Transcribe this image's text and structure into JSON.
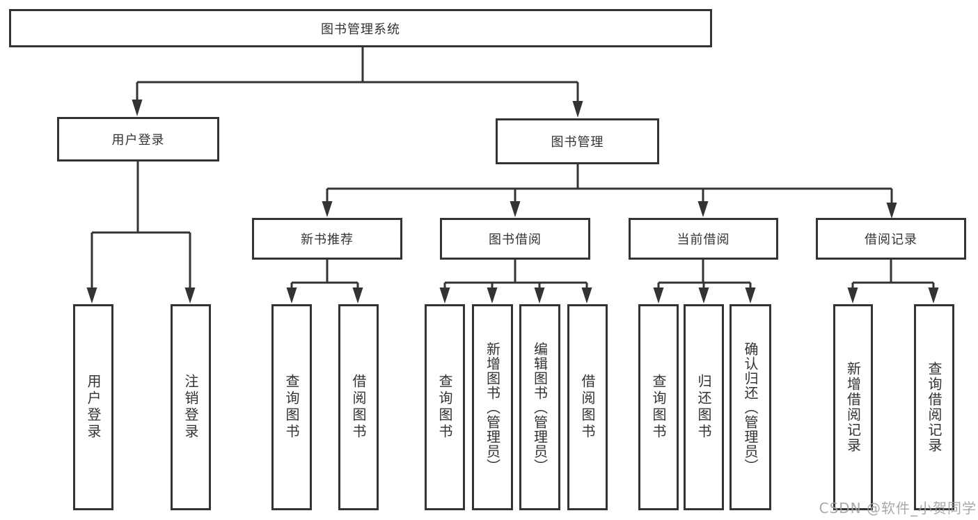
{
  "diagram": {
    "root": {
      "label": "图书管理系统"
    },
    "level2": [
      {
        "label": "用户登录"
      },
      {
        "label": "图书管理"
      }
    ],
    "level3": [
      {
        "label": "新书推荐"
      },
      {
        "label": "图书借阅"
      },
      {
        "label": "当前借阅"
      },
      {
        "label": "借阅记录"
      }
    ],
    "leaves": {
      "user_login": [
        {
          "label": "用户登录"
        },
        {
          "label": "注销登录"
        }
      ],
      "new_book_recommend": [
        {
          "label": "查询图书"
        },
        {
          "label": "借阅图书"
        }
      ],
      "book_borrow": [
        {
          "label": "查询图书"
        },
        {
          "label": "新增图书（管理员）"
        },
        {
          "label": "编辑图书（管理员）"
        },
        {
          "label": "借阅图书"
        }
      ],
      "current_borrow": [
        {
          "label": "查询图书"
        },
        {
          "label": "归还图书"
        },
        {
          "label": "确认归还（管理员）"
        }
      ],
      "borrow_record": [
        {
          "label": "新增借阅记录"
        },
        {
          "label": "查询借阅记录"
        }
      ]
    },
    "watermark": "CSDN @软件_小贺同学",
    "colors": {
      "line": "#333333",
      "text": "#333333",
      "node_background": "#ffffff",
      "watermark": "#9e9e9e",
      "background": "#ffffff"
    }
  }
}
